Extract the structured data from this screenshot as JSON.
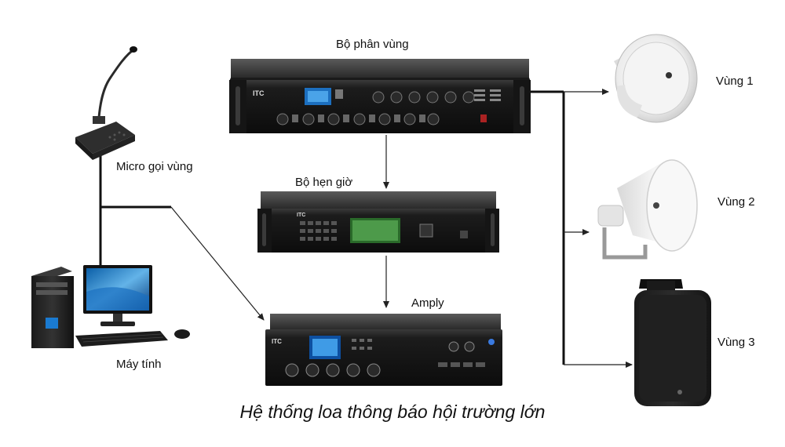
{
  "labels": {
    "zone_selector": "Bộ phân vùng",
    "timer": "Bộ hẹn giờ",
    "amplifier": "Amply",
    "microphone": "Micro gọi vùng",
    "computer": "Máy tính",
    "zone1": "Vùng 1",
    "zone2": "Vùng 2",
    "zone3": "Vùng 3"
  },
  "device_brand": "ITC",
  "caption": "Hệ thống loa thông báo hội trường lớn"
}
